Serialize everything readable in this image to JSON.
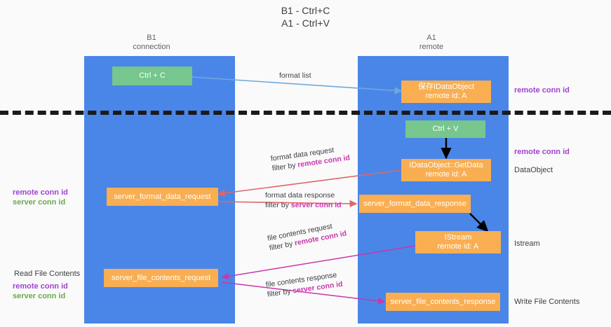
{
  "title": {
    "line1": "B1 - Ctrl+C",
    "line2": "A1 - Ctrl+V"
  },
  "columns": [
    {
      "name": "B1",
      "sub": "connection"
    },
    {
      "name": "A1",
      "sub": "remote"
    }
  ],
  "colors": {
    "lane": "#4a86e8",
    "box_green": "#76c68d",
    "box_orange": "#f9ae51",
    "purple": "#a142d1",
    "magenta": "#c837ab",
    "green_text": "#6aa84f",
    "arrow_blue": "#6fa8dc",
    "arrow_red": "#e06666",
    "arrow_magenta": "#c837ab",
    "arrow_black": "#000000",
    "background": "#fafafa"
  },
  "boxes": [
    {
      "id": "ctrl-c",
      "style": "green",
      "lines": [
        "Ctrl + C"
      ]
    },
    {
      "id": "save-idataobject",
      "style": "orange",
      "lines": [
        "保存IDataObject",
        "remote id: A"
      ]
    },
    {
      "id": "ctrl-v",
      "style": "green",
      "lines": [
        "Ctrl + V"
      ]
    },
    {
      "id": "idataobject-getdata",
      "style": "orange",
      "lines": [
        "IDataObject::GetData",
        "remote id: A"
      ]
    },
    {
      "id": "server-format-data-request",
      "style": "orange",
      "lines": [
        "server_format_data_request"
      ]
    },
    {
      "id": "server-format-data-response",
      "style": "orange",
      "lines": [
        "server_format_data_response"
      ]
    },
    {
      "id": "istream",
      "style": "orange",
      "lines": [
        "IStream",
        "remote id: A"
      ]
    },
    {
      "id": "server-file-contents-request",
      "style": "orange",
      "lines": [
        "server_file_contents_request"
      ]
    },
    {
      "id": "server-file-contents-response",
      "style": "orange",
      "lines": [
        "server_file_contents_response"
      ]
    }
  ],
  "edge_labels": [
    {
      "id": "format-list",
      "lines": [
        {
          "text": "format list",
          "style": "plain"
        }
      ]
    },
    {
      "id": "format-data-request",
      "lines": [
        {
          "text": "format data request",
          "style": "plain"
        },
        {
          "prefix": "filter by ",
          "text": "remote conn id",
          "style": "highlight"
        }
      ]
    },
    {
      "id": "format-data-response",
      "lines": [
        {
          "text": "format data response",
          "style": "plain"
        },
        {
          "prefix": "filter by ",
          "text": "server conn id",
          "style": "highlight"
        }
      ]
    },
    {
      "id": "file-contents-request",
      "lines": [
        {
          "text": "file contents request",
          "style": "plain"
        },
        {
          "prefix": "filter by ",
          "text": "remote conn id",
          "style": "highlight"
        }
      ]
    },
    {
      "id": "file-contents-response",
      "lines": [
        {
          "text": "file contents response",
          "style": "plain"
        },
        {
          "prefix": "filter by ",
          "text": "server conn id",
          "style": "highlight"
        }
      ]
    }
  ],
  "left_labels": [
    {
      "id": "left-conn-ids-format",
      "lines": [
        {
          "text": "remote conn id",
          "style": "purple"
        },
        {
          "text": "server conn id",
          "style": "green"
        }
      ]
    },
    {
      "id": "left-read-file-contents",
      "lines": [
        {
          "text": "Read File Contents",
          "style": "plain"
        }
      ]
    },
    {
      "id": "left-conn-ids-file",
      "lines": [
        {
          "text": "remote conn id",
          "style": "purple"
        },
        {
          "text": "server conn id",
          "style": "green"
        }
      ]
    }
  ],
  "right_labels": [
    {
      "id": "right-remote-conn-id-top",
      "lines": [
        {
          "text": "remote conn id",
          "style": "purple"
        }
      ]
    },
    {
      "id": "right-remote-conn-id-mid",
      "lines": [
        {
          "text": "remote conn id",
          "style": "purple"
        }
      ]
    },
    {
      "id": "right-dataobject",
      "lines": [
        {
          "text": "DataObject",
          "style": "plain"
        }
      ]
    },
    {
      "id": "right-istream",
      "lines": [
        {
          "text": "Istream",
          "style": "plain"
        }
      ]
    },
    {
      "id": "right-write-file-contents",
      "lines": [
        {
          "text": "Write File Contents",
          "style": "plain"
        }
      ]
    }
  ]
}
